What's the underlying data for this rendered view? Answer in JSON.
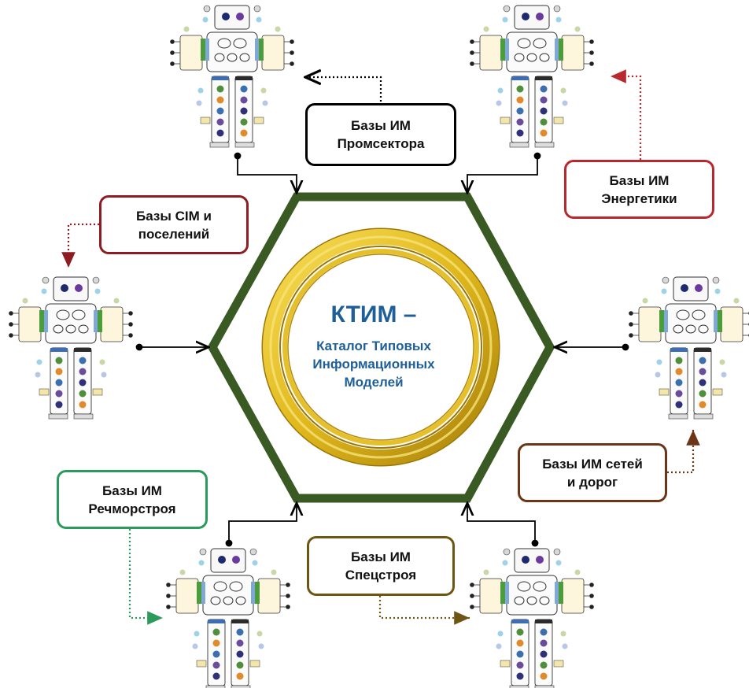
{
  "center": {
    "title": "КТИМ –",
    "subtitle_lines": [
      "Каталог Типовых",
      "Информационных",
      "Моделей"
    ]
  },
  "boxes": {
    "promsektor": {
      "lines": [
        "Базы ИМ",
        "Промсектора"
      ],
      "color": "#000000"
    },
    "energetika": {
      "lines": [
        "Базы ИМ",
        "Энергетики"
      ],
      "color": "#b8282e"
    },
    "cim": {
      "lines": [
        "Базы CIM и",
        "поселений"
      ],
      "color": "#8e1c22"
    },
    "seti": {
      "lines": [
        "Базы ИМ сетей",
        "и дорог"
      ],
      "color": "#6b3516"
    },
    "rechmorstroy": {
      "lines": [
        "Базы ИМ",
        "Речморстроя"
      ],
      "color": "#2c9a5a"
    },
    "spetsstroy": {
      "lines": [
        "Базы ИМ",
        "Спецстроя"
      ],
      "color": "#6d5512"
    }
  },
  "colors": {
    "hexagon": "#3a5a24",
    "ring": "#e0b81c",
    "ring_dark": "#b38a0c",
    "center_text": "#1f5f99",
    "connector": "#000000"
  }
}
